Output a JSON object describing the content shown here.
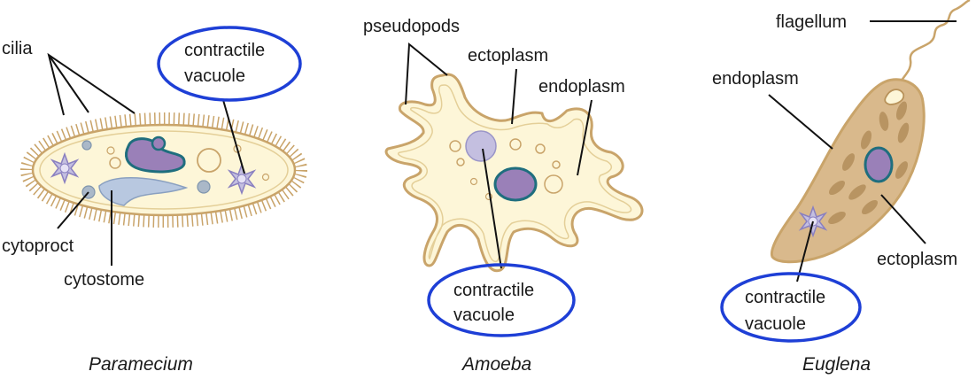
{
  "paramecium": {
    "caption": "Paramecium",
    "labels": {
      "cilia": "cilia",
      "cv_line1": "contractile",
      "cv_line2": "vacuole",
      "cytoproct": "cytoproct",
      "cytostome": "cytostome"
    }
  },
  "amoeba": {
    "caption": "Amoeba",
    "labels": {
      "pseudopods": "pseudopods",
      "ectoplasm": "ectoplasm",
      "endoplasm": "endoplasm",
      "cv_line1": "contractile",
      "cv_line2": "vacuole"
    }
  },
  "euglena": {
    "caption": "Euglena",
    "labels": {
      "flagellum": "flagellum",
      "endoplasm": "endoplasm",
      "ectoplasm": "ectoplasm",
      "cv_line1": "contractile",
      "cv_line2": "vacuole"
    }
  },
  "colors": {
    "highlight_ring": "#1e3fd6",
    "cytoplasm": "#fdf6d8",
    "nucleus": "#9a80b8",
    "nucleus_edge": "#1f6e7e",
    "vacuole": "#c4bfe0",
    "euglena_body": "#d9b98c"
  }
}
